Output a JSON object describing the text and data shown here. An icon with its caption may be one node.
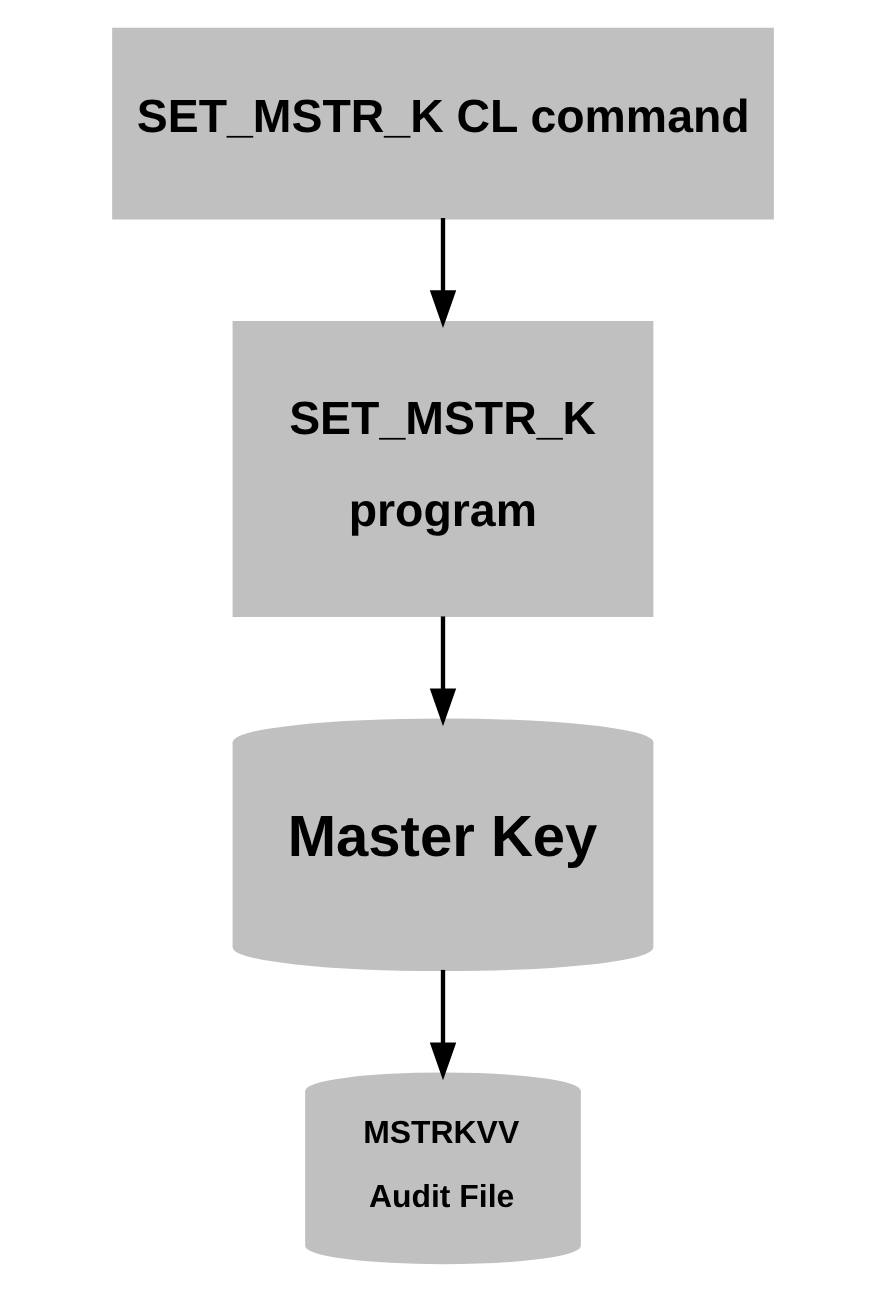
{
  "diagram": {
    "nodes": [
      {
        "text": [
          "SET_MSTR_K CL command"
        ]
      },
      {
        "text": [
          "SET_MSTR_K",
          "program"
        ]
      },
      {
        "text": [
          "Master Key"
        ]
      },
      {
        "text": [
          "MSTRKVV",
          "Audit File"
        ]
      }
    ],
    "edges": [
      {
        "from": 0,
        "to": 1,
        "arrow": "to"
      },
      {
        "from": 1,
        "to": 2,
        "arrow": "to"
      },
      {
        "from": 2,
        "to": 3,
        "arrow": "to"
      }
    ]
  }
}
